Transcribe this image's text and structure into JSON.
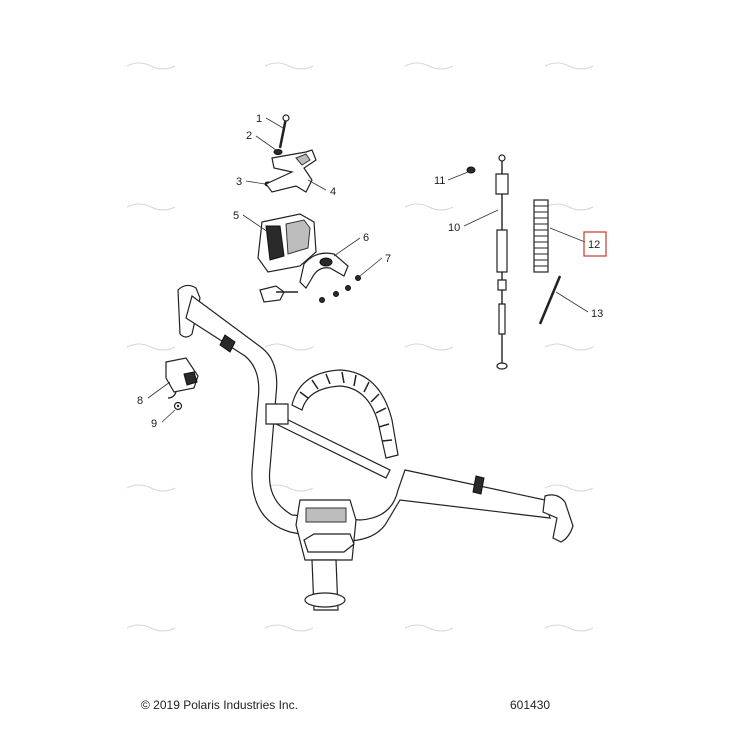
{
  "diagram": {
    "labels": {
      "p1": "1",
      "p2": "2",
      "p3": "3",
      "p4": "4",
      "p5": "5",
      "p6": "6",
      "p7": "7",
      "p8": "8",
      "p9": "9",
      "p10": "10",
      "p11": "11",
      "p12": "12",
      "p13": "13"
    },
    "highlighted_part": "12",
    "highlight_color": "#c0392b",
    "line_color": "#222222"
  },
  "footer": {
    "copyright": "© 2019 Polaris Industries Inc.",
    "diagram_number": "601430"
  }
}
